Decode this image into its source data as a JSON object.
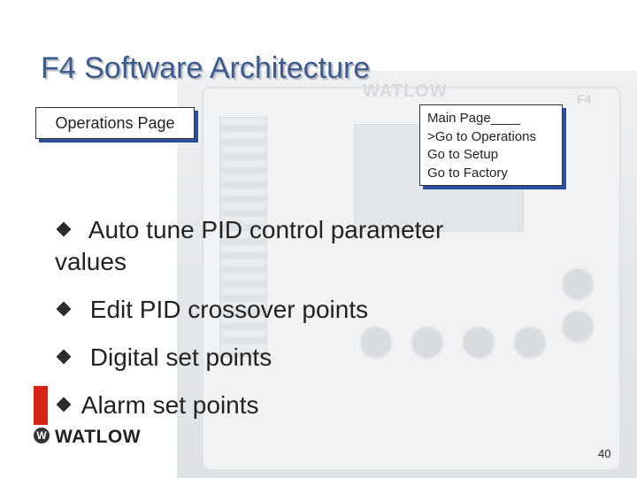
{
  "slide": {
    "title": "F4 Software Architecture",
    "page_number": "40"
  },
  "callouts": {
    "operations_page": "Operations Page",
    "menu_lines": [
      "Main Page____",
      ">Go to Operations",
      "Go to Setup",
      "Go to Factory"
    ]
  },
  "bullets": [
    {
      "line1": "Auto tune PID control parameter",
      "line2": "values"
    },
    {
      "line1": "Edit PID crossover points"
    },
    {
      "line1": "Digital set points"
    },
    {
      "line1": "Alarm set points"
    }
  ],
  "logo": {
    "text": "WATLOW",
    "brand_color": "#d62418"
  },
  "colors": {
    "title": "#3d5a8f",
    "box_shadow": "#2a4fa0"
  },
  "icons": [
    "diamond-bullet-icon",
    "watlow-logo-icon"
  ]
}
